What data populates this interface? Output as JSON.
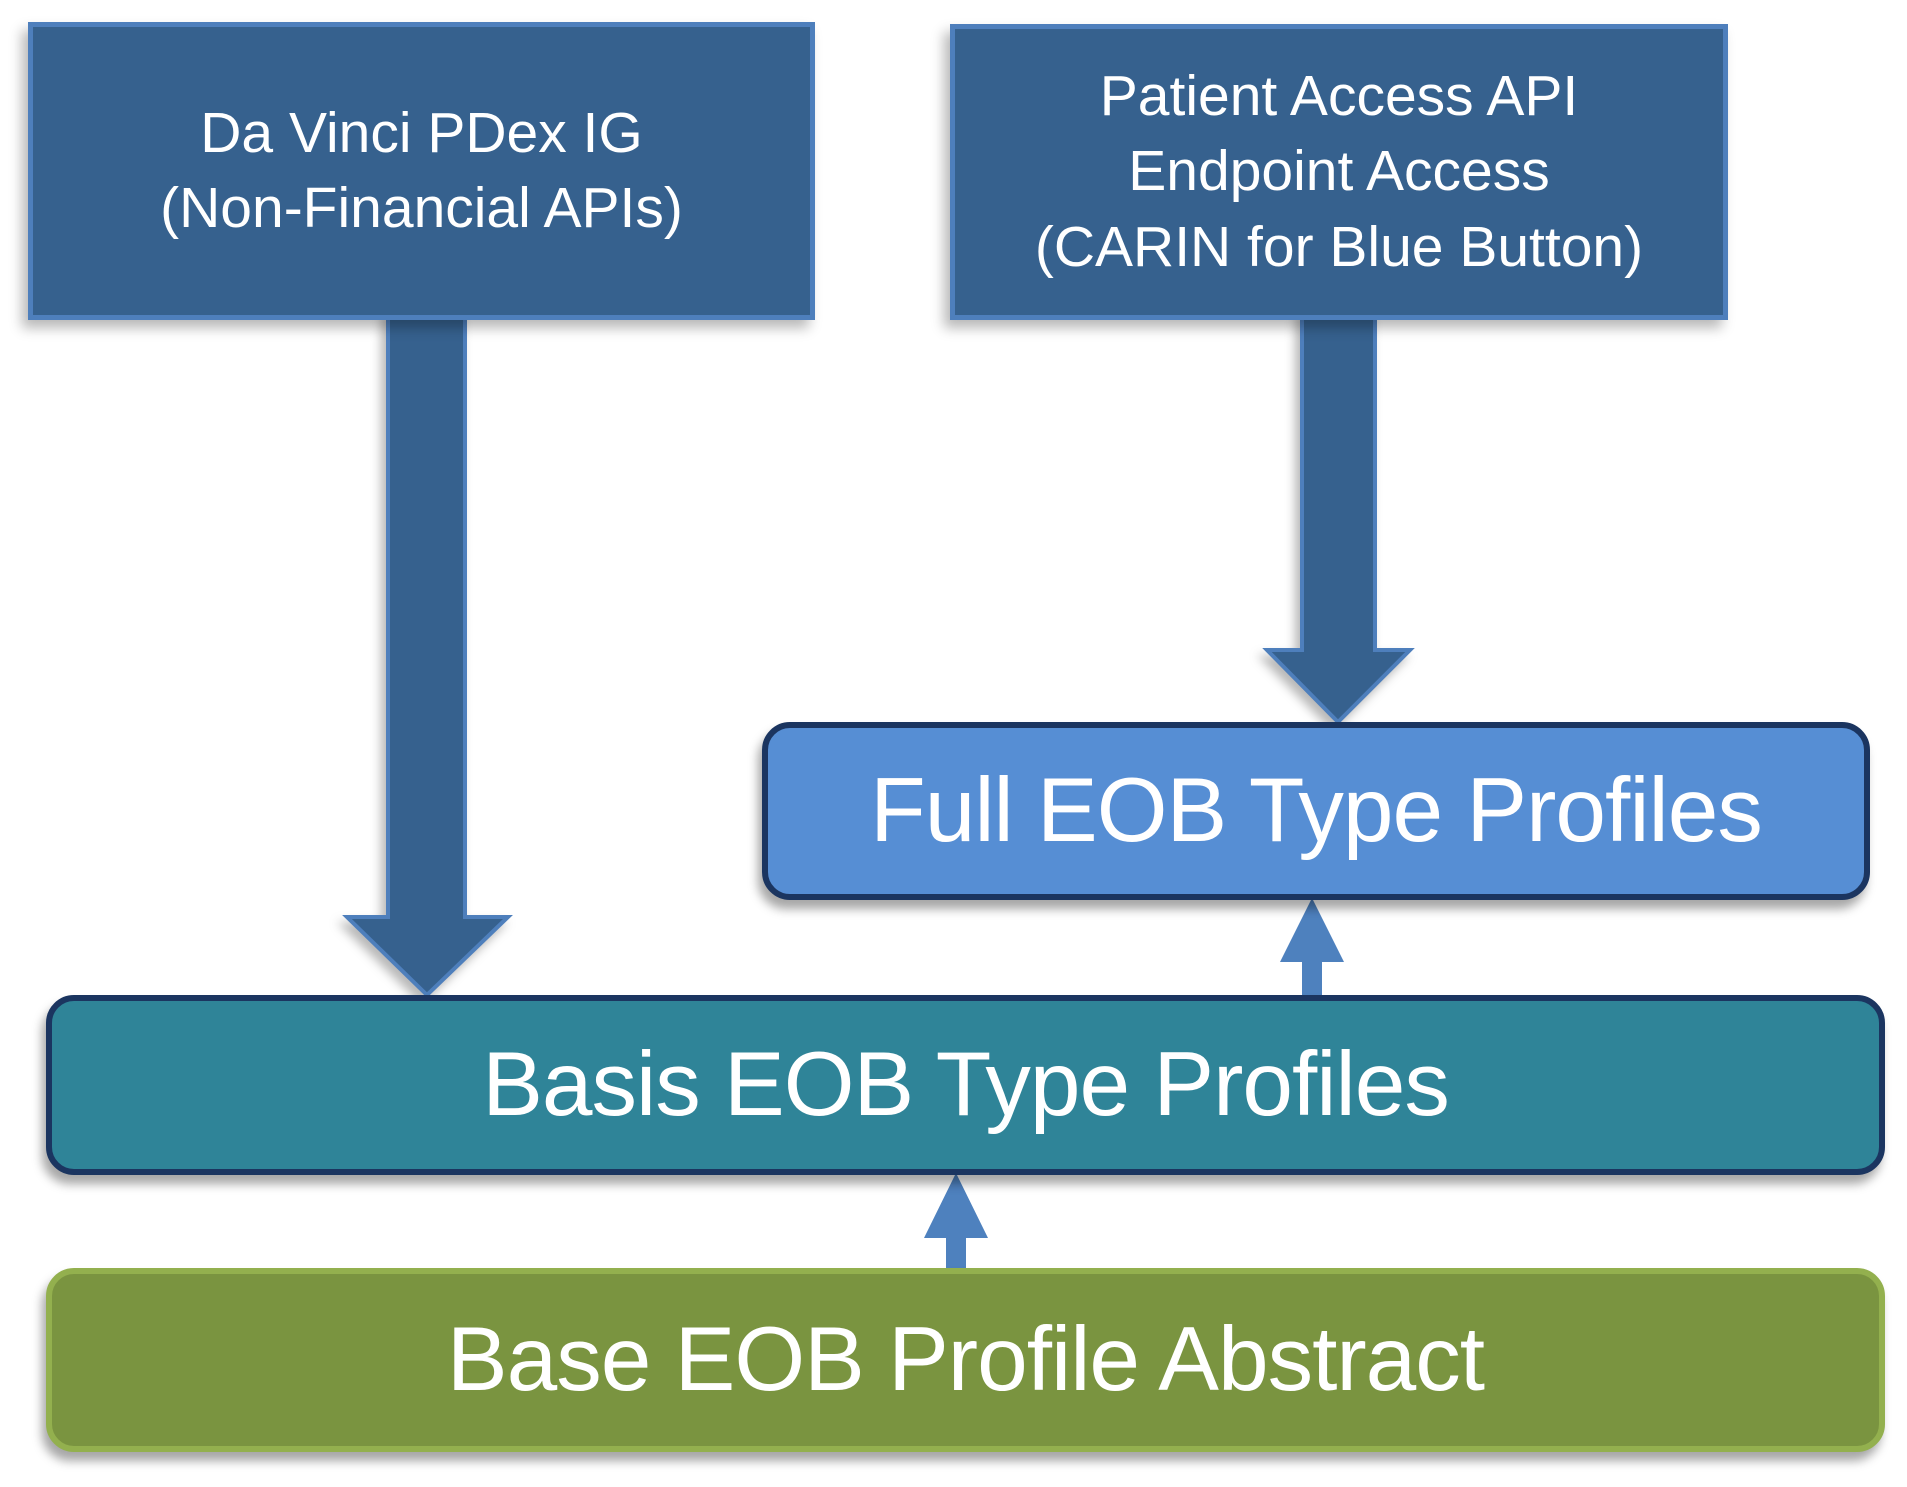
{
  "diagram": {
    "boxes": {
      "pdex": {
        "label": "Da Vinci PDex IG\n(Non-Financial APIs)"
      },
      "patient_access": {
        "label": "Patient Access API\nEndpoint Access\n(CARIN for Blue Button)"
      },
      "full_eob": {
        "label": "Full EOB Type Profiles"
      },
      "basis_eob": {
        "label": "Basis EOB Type Profiles"
      },
      "base_eob": {
        "label": "Base EOB Profile Abstract"
      }
    },
    "arrows": [
      {
        "name": "pdex-to-basis",
        "from": "pdex",
        "to": "basis_eob",
        "direction": "down",
        "size": "large"
      },
      {
        "name": "patient-access-to-full",
        "from": "patient_access",
        "to": "full_eob",
        "direction": "down",
        "size": "large"
      },
      {
        "name": "basis-to-full",
        "from": "basis_eob",
        "to": "full_eob",
        "direction": "up",
        "size": "small"
      },
      {
        "name": "base-to-basis",
        "from": "base_eob",
        "to": "basis_eob",
        "direction": "up",
        "size": "small"
      }
    ],
    "colors": {
      "background": "#FFFFFF",
      "text": "#FFFFFF",
      "source-box-fill": "#36618E",
      "source-box-border": "#4E7FBC",
      "big-arrow-fill": "#36618E",
      "big-arrow-border": "#4E7FBC",
      "full-eob-fill": "#568ED4",
      "basis-fill": "#2F8498",
      "base-fill": "#7A9440",
      "base-border": "#93B04E",
      "dark-navy-border": "#1B3560",
      "small-arrow-fill": "#4E81BE"
    }
  }
}
